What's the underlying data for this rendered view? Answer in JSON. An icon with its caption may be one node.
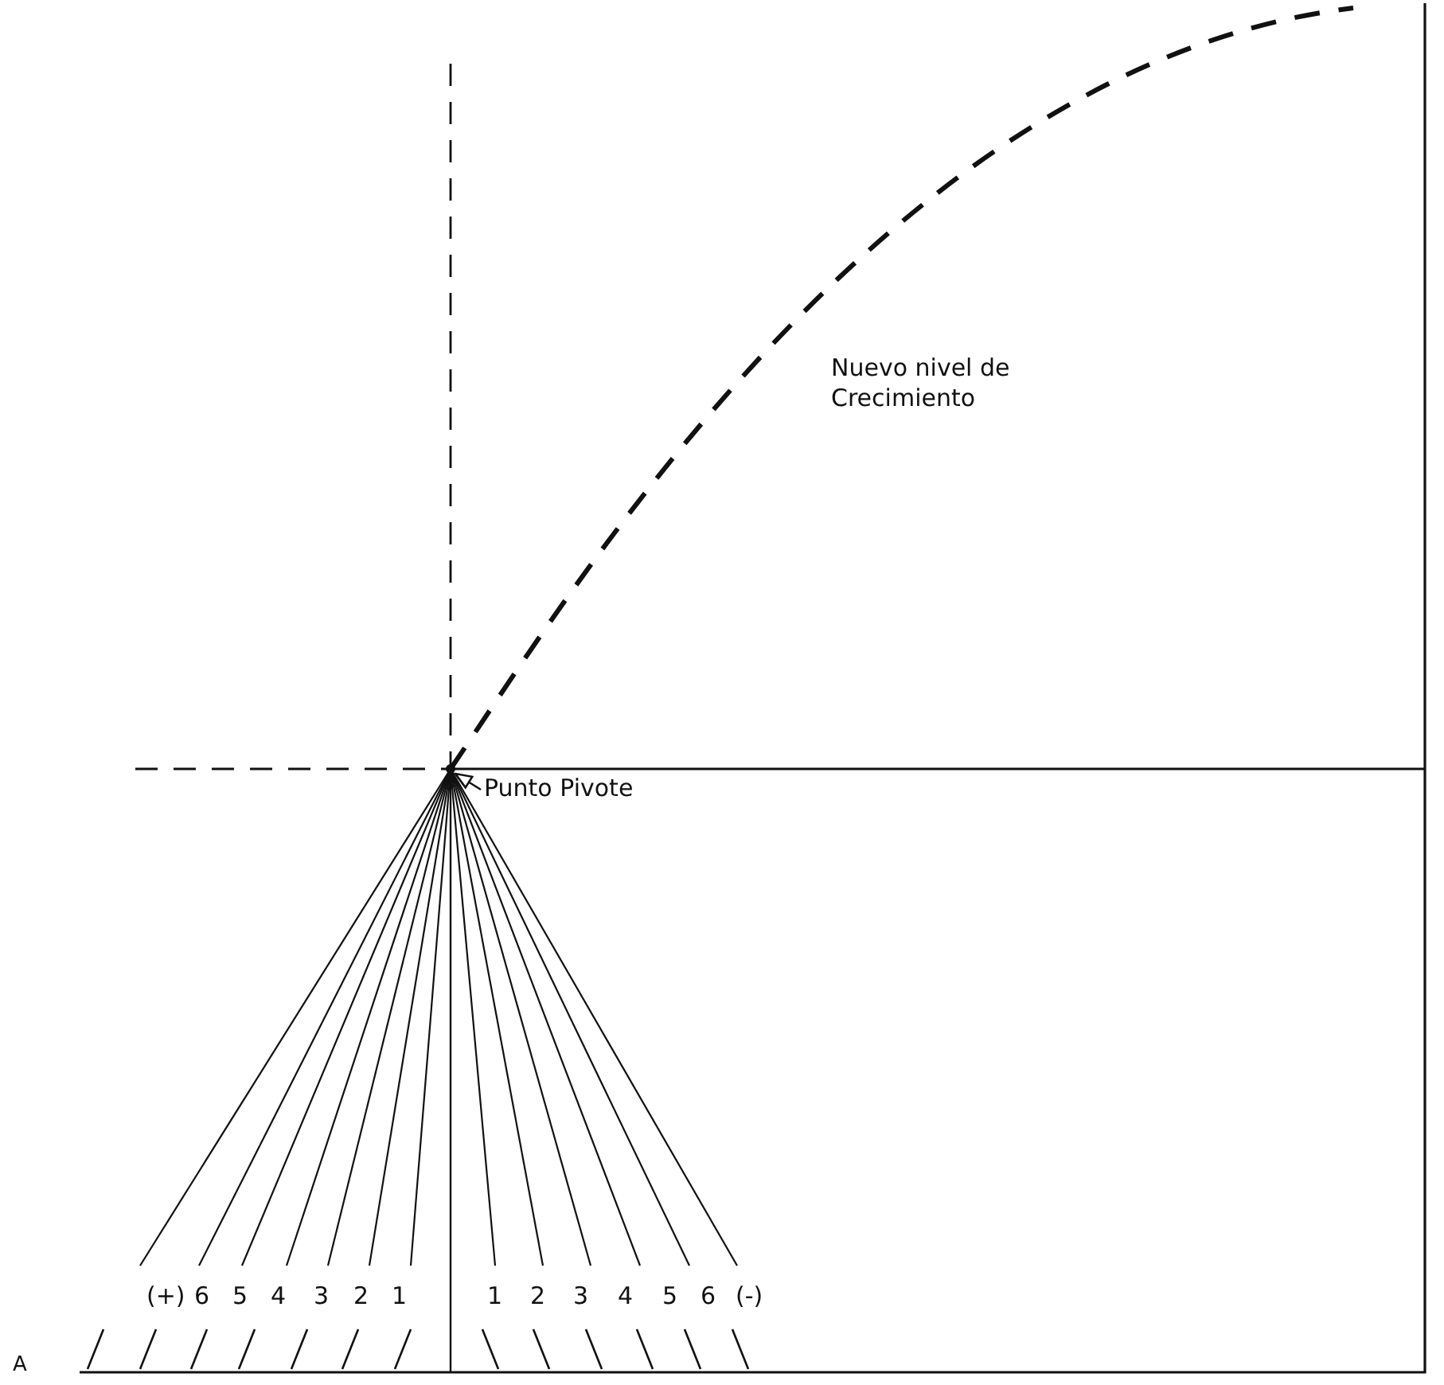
{
  "diagram": {
    "nodes": [
      {
        "text": [
          "Punto Pivote"
        ]
      },
      {
        "text": [],
        "shape": "circle"
      }
    ],
    "edges": [
      {
        "from": 0,
        "to": 1,
        "arrow": "to"
      }
    ],
    "labels": [
      "Nuevo nivel de Crecimiento",
      "(+)",
      "6",
      "5",
      "4",
      "3",
      "2",
      "1",
      "1",
      "2",
      "3",
      "4",
      "5",
      "6",
      "(-)",
      "A"
    ]
  }
}
